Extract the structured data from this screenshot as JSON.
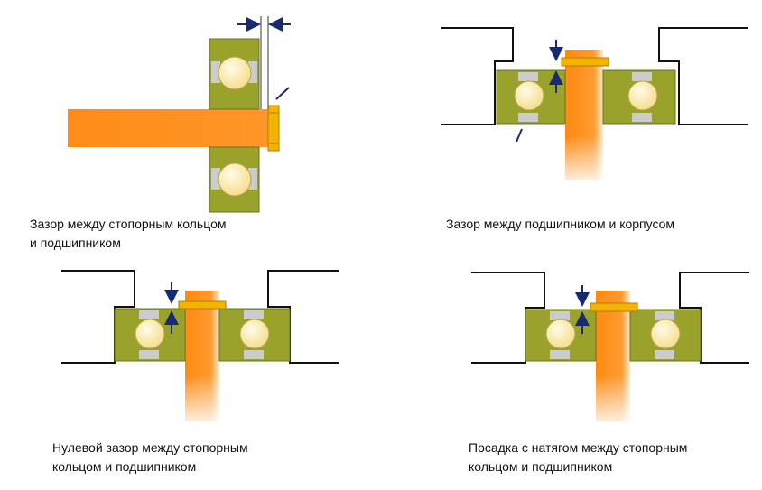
{
  "captions": {
    "top_left": "Зазор между стопорным кольцом\nи подшипником",
    "top_right": "Зазор между подшипником и корпусом",
    "bottom_left": "Нулевой зазор между стопорным\nкольцом и подшипником",
    "bottom_right": "Посадка с натягом между стопорным\nкольцом и подшипником"
  },
  "colors": {
    "bearing": "#99a32c",
    "bearing_edge": "#5f6520",
    "shaft": "#ff8c1a",
    "shaft_light": "#ffe3b0",
    "ball": "#fff1b8",
    "raceway": "#c9c9c9",
    "ring": "#f4b000",
    "arrow": "#1a2a70",
    "housing": "#111111"
  }
}
